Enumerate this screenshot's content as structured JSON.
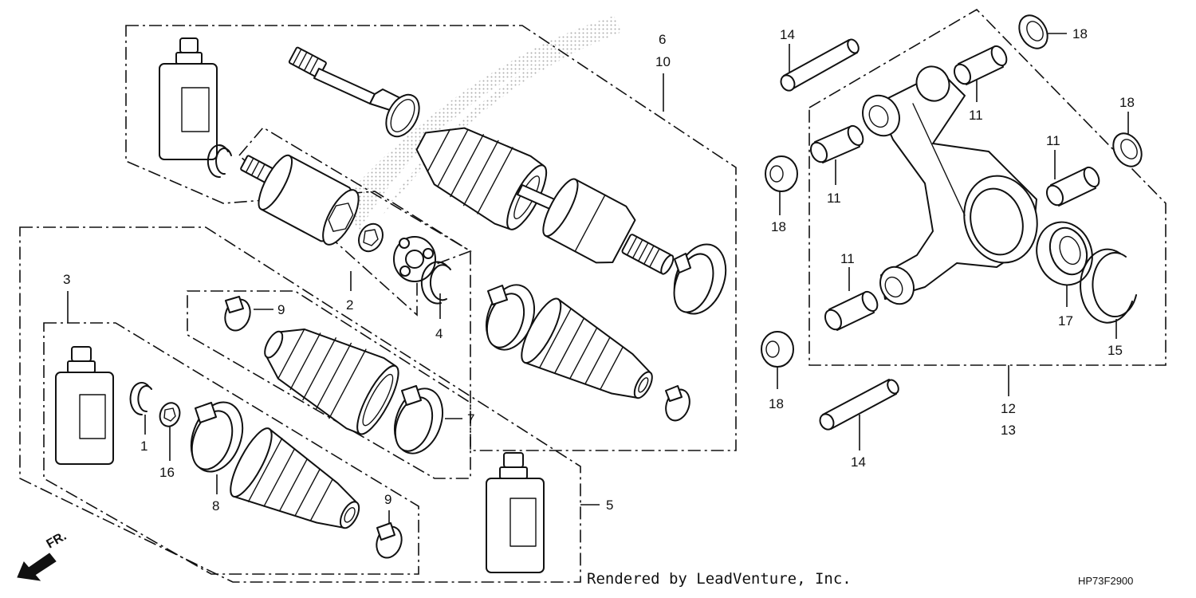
{
  "callouts": [
    "1",
    "2",
    "3",
    "4",
    "5",
    "6",
    "7",
    "8",
    "9",
    "10",
    "11",
    "12",
    "13",
    "14",
    "15",
    "16",
    "17",
    "18"
  ],
  "credit": "Rendered by LeadVenture, Inc.",
  "diagram_code": "HP73F2900",
  "direction_label": "FR.",
  "icons": [
    "front-direction-arrow-icon"
  ]
}
